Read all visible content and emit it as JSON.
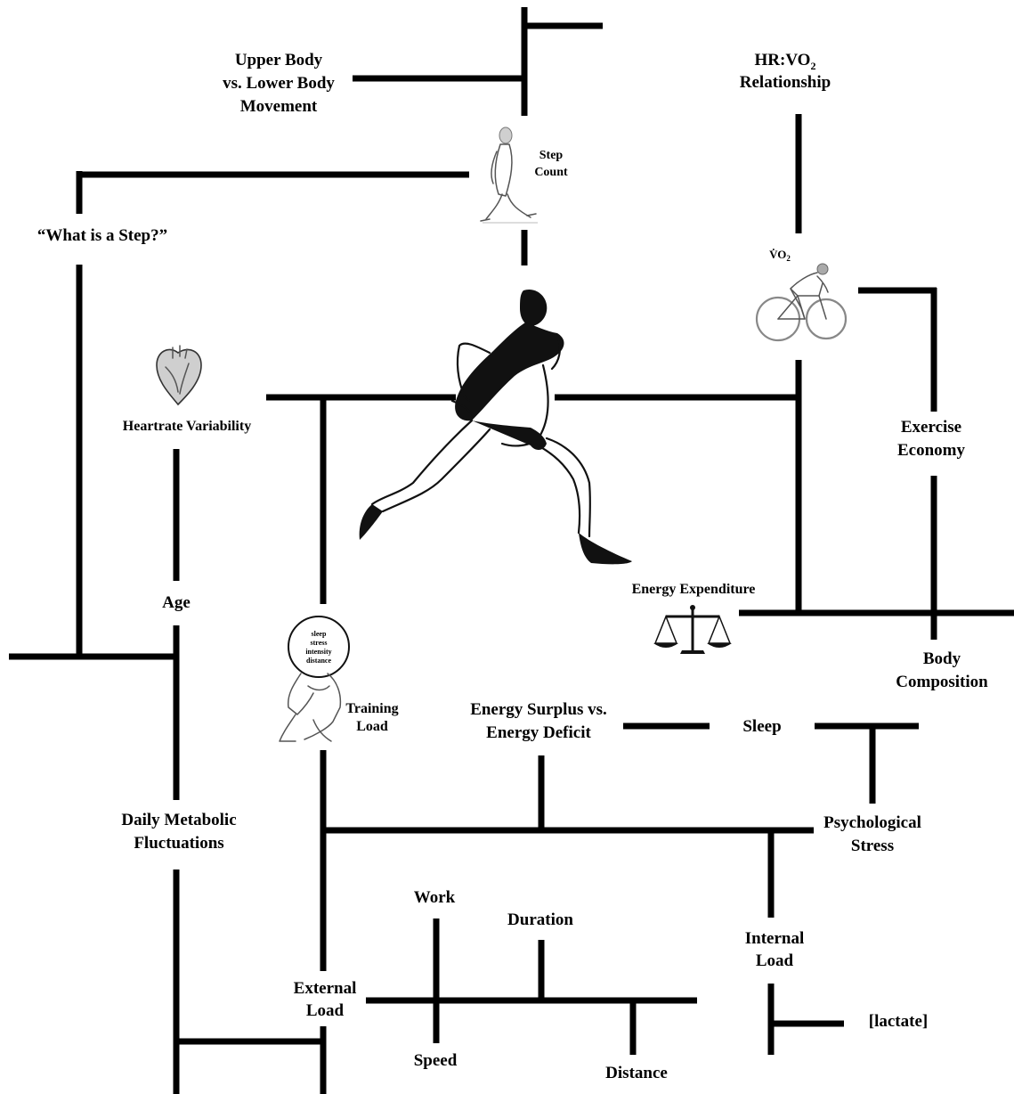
{
  "diagram": {
    "nodes": {
      "upper_body_1": "Upper Body",
      "upper_body_2": "vs. Lower Body",
      "upper_body_3": "Movement",
      "hr_vo2_1": "HR:VO",
      "hr_vo2_sub": "2",
      "hr_vo2_2": "Relationship",
      "step_count_1": "Step",
      "step_count_2": "Count",
      "what_is_step": "“What is a Step?”",
      "vo2": "V̇O",
      "vo2_sub": "2",
      "heartrate_variability": "Heartrate Variability",
      "exercise_economy_1": "Exercise",
      "exercise_economy_2": "Economy",
      "energy_expenditure": "Energy Expenditure",
      "age": "Age",
      "body_composition_1": "Body",
      "body_composition_2": "Composition",
      "training_load_1": "Training",
      "training_load_2": "Load",
      "training_load_globe": [
        "sleep",
        "stress",
        "intensity",
        "distance"
      ],
      "energy_surplus_1": "Energy Surplus vs.",
      "energy_surplus_2": "Energy Deficit",
      "sleep": "Sleep",
      "daily_metabolic_1": "Daily Metabolic",
      "daily_metabolic_2": "Fluctuations",
      "psych_stress_1": "Psychological",
      "psych_stress_2": "Stress",
      "work": "Work",
      "duration": "Duration",
      "internal_load_1": "Internal",
      "internal_load_2": "Load",
      "external_load_1": "External",
      "external_load_2": "Load",
      "lactate": "[lactate]",
      "speed": "Speed",
      "distance": "Distance"
    },
    "icons": [
      "walking-man-icon",
      "runner-icon",
      "cyclist-icon",
      "heart-icon",
      "scales-icon",
      "atlas-icon"
    ]
  }
}
